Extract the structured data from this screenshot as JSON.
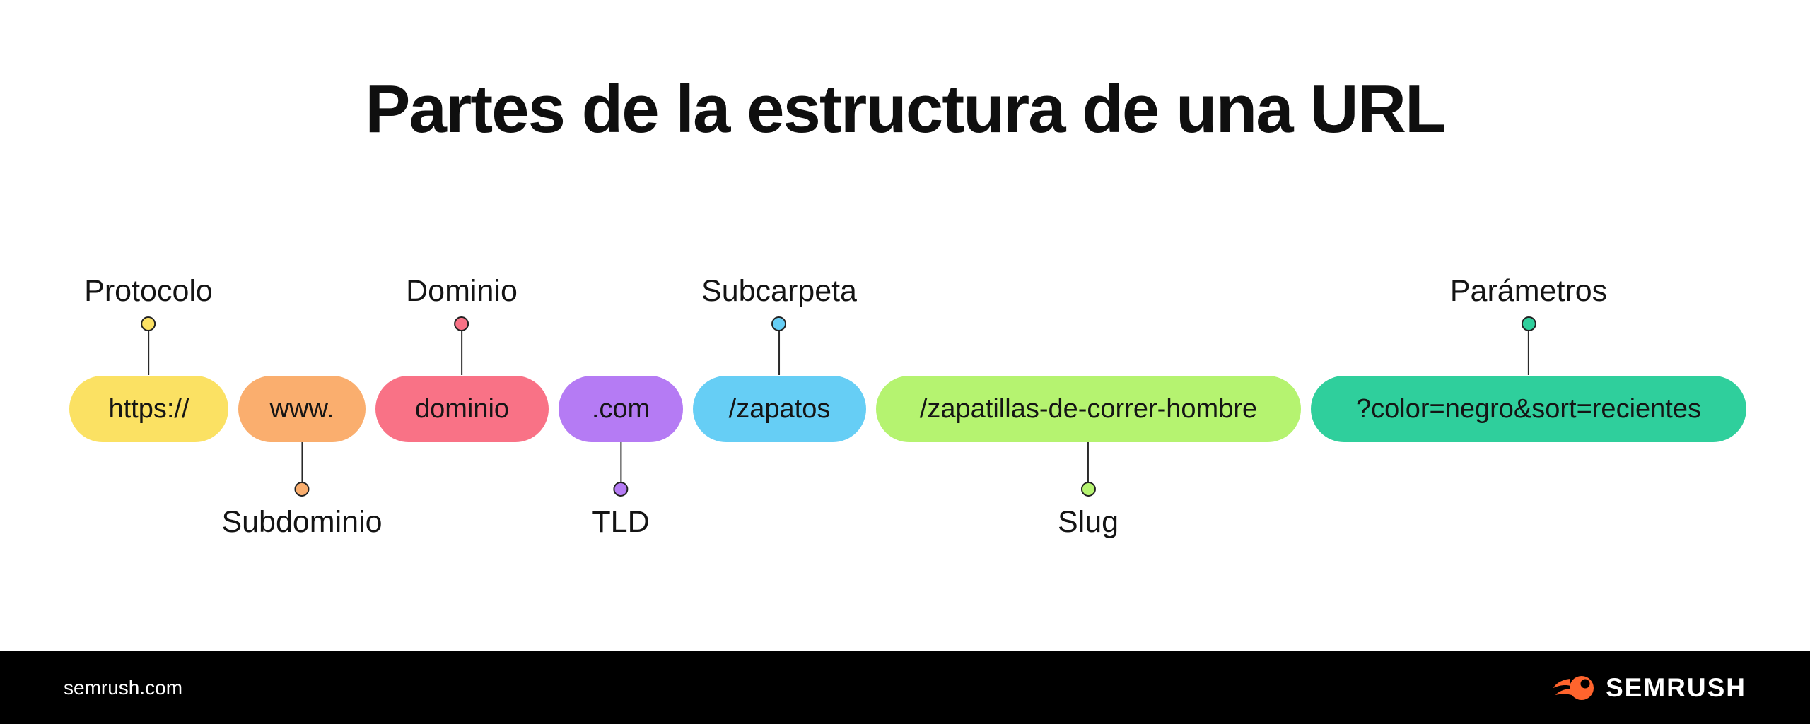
{
  "title": "Partes de la estructura de una URL",
  "segments": [
    {
      "text": "https://",
      "label": "Protocolo",
      "label_position": "top",
      "color": "#FBE163"
    },
    {
      "text": "www.",
      "label": "Subdominio",
      "label_position": "bottom",
      "color": "#FAAE6E"
    },
    {
      "text": "dominio",
      "label": "Dominio",
      "label_position": "top",
      "color": "#F97286"
    },
    {
      "text": ".com",
      "label": "TLD",
      "label_position": "bottom",
      "color": "#B57BF4"
    },
    {
      "text": "/zapatos",
      "label": "Subcarpeta",
      "label_position": "top",
      "color": "#66CEF5"
    },
    {
      "text": "/zapatillas-de-correr-hombre",
      "label": "Slug",
      "label_position": "bottom",
      "color": "#B5F370"
    },
    {
      "text": "?color=negro&sort=recientes",
      "label": "Parámetros",
      "label_position": "top",
      "color": "#2FCF9C"
    }
  ],
  "footer": {
    "site": "semrush.com",
    "brand": "SEMRUSH",
    "logo_color": "#FF642D"
  },
  "colors": {
    "background": "#FFFFFF",
    "text": "#111111",
    "footer_background": "#000000",
    "connector": "#2A2A2A"
  }
}
